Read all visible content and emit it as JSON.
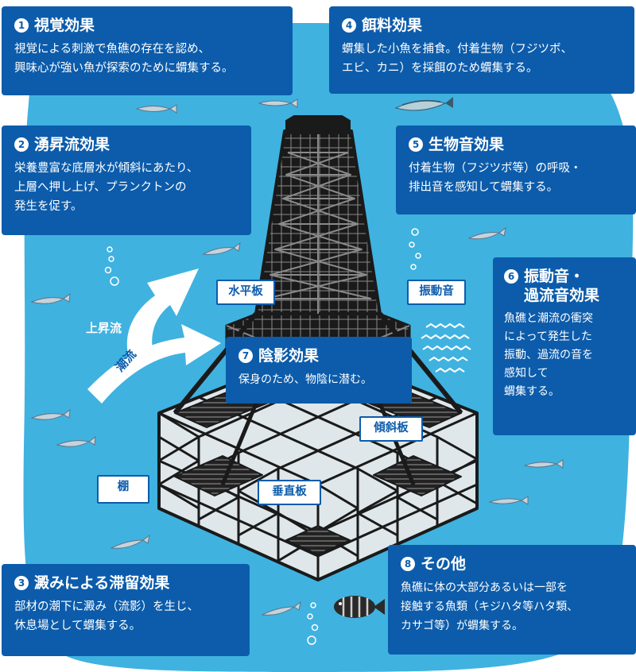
{
  "effects": [
    {
      "number": "1",
      "title": "視覚効果",
      "description": "視覚による刺激で魚礁の存在を認め、\n興味心が強い魚が探索のために蝟集する。"
    },
    {
      "number": "2",
      "title": "湧昇流効果",
      "description": "栄養豊富な底層水が傾斜にあたり、\n上層へ押し上げ、プランクトンの\n発生を促す。"
    },
    {
      "number": "3",
      "title": "澱みによる滞留効果",
      "description": "部材の潮下に澱み（流影）を生じ、\n休息場として蝟集する。"
    },
    {
      "number": "4",
      "title": "餌料効果",
      "description": "蝟集した小魚を捕食。付着生物（フジツボ、\nエビ、カニ）を採餌のため蝟集する。"
    },
    {
      "number": "5",
      "title": "生物音効果",
      "description": "付着生物（フジツボ等）の呼吸・\n排出音を感知して蝟集する。"
    },
    {
      "number": "6",
      "title": "振動音・\n過流音効果",
      "description": "魚礁と潮流の衝突\nによって発生した\n振動、過流の音を\n感知して\n蝟集する。"
    },
    {
      "number": "7",
      "title": "陰影効果",
      "description": "保身のため、物陰に潜む。"
    },
    {
      "number": "8",
      "title": "その他",
      "description": "魚礁に体の大部分あるいは一部を\n接触する魚類（キジハタ等ハタ類、\nカサゴ等）が蝟集する。"
    }
  ],
  "labels": {
    "horizontal_plate": "水平板",
    "vibration_sound": "振動音",
    "inclined_plate": "傾斜板",
    "vertical_plate": "垂直板",
    "shelf": "棚"
  },
  "flow": {
    "upwelling": "上昇流",
    "current": "潮流"
  },
  "colors": {
    "box_fill": "#0c5cab",
    "water": "#3fb2e0",
    "structure": "#1a1a1a",
    "label_text": "#0c5cab"
  }
}
